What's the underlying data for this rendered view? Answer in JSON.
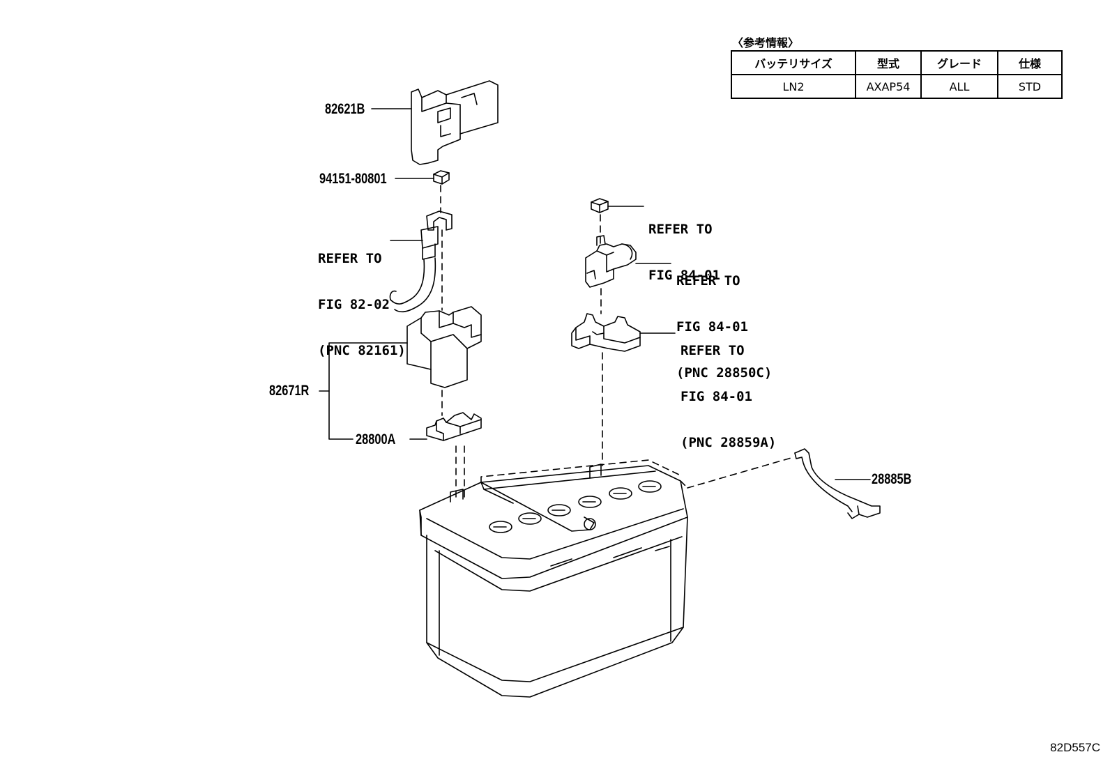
{
  "info": {
    "title": "〈参考情報〉",
    "headers": [
      "バッテリサイズ",
      "型式",
      "グレード",
      "仕様"
    ],
    "row": [
      "LN2",
      "AXAP54",
      "ALL",
      "STD"
    ]
  },
  "labels": {
    "p82621B": "82621B",
    "p94151": "94151-80801",
    "p82671R": "82671R",
    "p28800A": "28800A",
    "p28885B": "28885B",
    "ref_8202": [
      "REFER TO",
      "FIG 82-02",
      "(PNC 82161)"
    ],
    "ref_8401_a": [
      "REFER TO",
      "FIG 84-01"
    ],
    "ref_8401_b": [
      "REFER TO",
      "FIG 84-01",
      "(PNC 28850C)"
    ],
    "ref_8401_c": [
      "REFER TO",
      "FIG 84-01",
      "(PNC 28859A)"
    ]
  },
  "figure_code": "82D557C"
}
